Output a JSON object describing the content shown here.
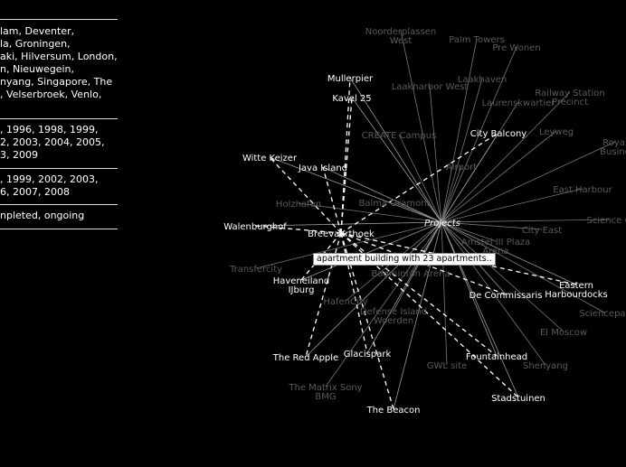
{
  "filter_panel": {
    "locations": [
      "lam, Deventer,",
      "la, Groningen,",
      "aki, Hilversum, London,",
      "n, Nieuwegein,",
      "nyang, Singapore, The",
      ", Velserbroek, Venlo,"
    ],
    "years_1": [
      ", 1996, 1998, 1999,",
      "2, 2003, 2004, 2005,",
      "3, 2009"
    ],
    "years_2": [
      ", 1999, 2002, 2003,",
      "6, 2007, 2008"
    ],
    "status": [
      "npleted, ongoing"
    ]
  },
  "graph": {
    "hub": "Projects",
    "focus": "Breevaarthoek",
    "tooltip": "apartment building with 23 apartments..",
    "active_nodes": [
      "Mullerpier",
      "Kavel 25",
      "City Balcony",
      "Witte Keizer",
      "Java Island",
      "Walenburghof",
      "Haveneiland IJburg",
      "Eastern Harbourdocks",
      "De Commissaris",
      "The Red Apple",
      "Glacispark",
      "Fountainhead",
      "Stadstuinen",
      "The Beacon"
    ],
    "inactive_nodes": [
      "Noorderplassen West",
      "Palm Towers",
      "Pre Wonen",
      "Laakharbor West",
      "Laakhaven",
      "Railway Station Precinct",
      "Laurenskwartier",
      "CREATE Campus",
      "Leyweg",
      "Royal Busine",
      "Airport",
      "East Harbour",
      "Holzhafen",
      "Balma Gramont",
      "Science C",
      "City East",
      "Amstel III Plaza Arena",
      "Transfercity",
      "Badminton Arena",
      "HafenCity",
      "Defense Island Woerden",
      "Sciencepar",
      "El Moscow",
      "GWL site",
      "Shenyang",
      "The Matrix Sony BMG"
    ]
  }
}
